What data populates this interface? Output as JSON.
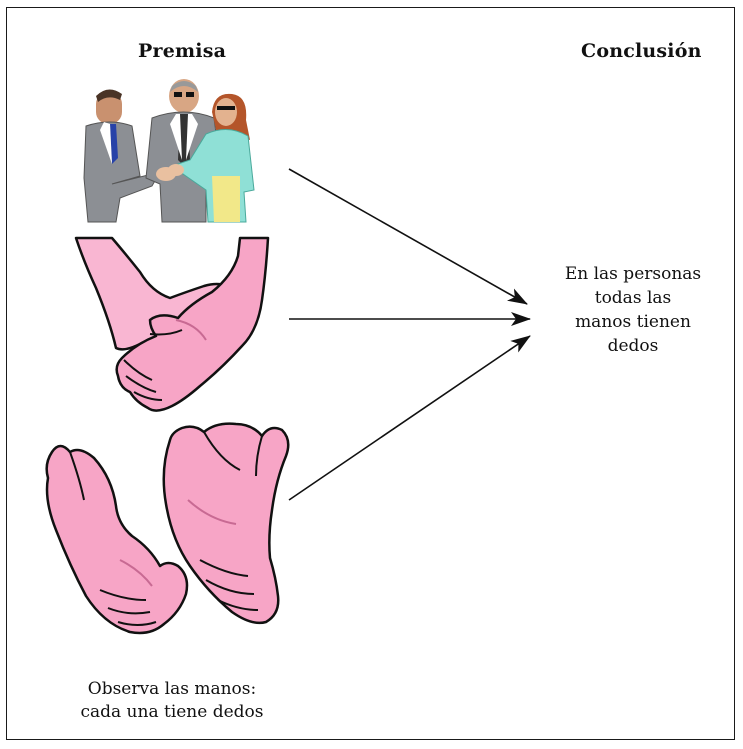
{
  "premise": {
    "title": "Premisa",
    "caption_lines": [
      "Observa las manos:",
      "cada una tiene dedos"
    ]
  },
  "conclusion": {
    "title": "Conclusión",
    "text_lines": [
      "En las personas",
      "todas las",
      "manos tienen",
      "dedos"
    ]
  },
  "icons": {
    "people": "business-people-handshake-icon",
    "handshake": "handshake-hands-icon",
    "open_hands": "open-hands-icon"
  },
  "colors": {
    "hand_fill": "#f7a5c6",
    "hand_shadow": "#e07aa5",
    "outline": "#111111",
    "suit_gray": "#8c8f94",
    "woman_jacket": "#8fe0d6"
  }
}
